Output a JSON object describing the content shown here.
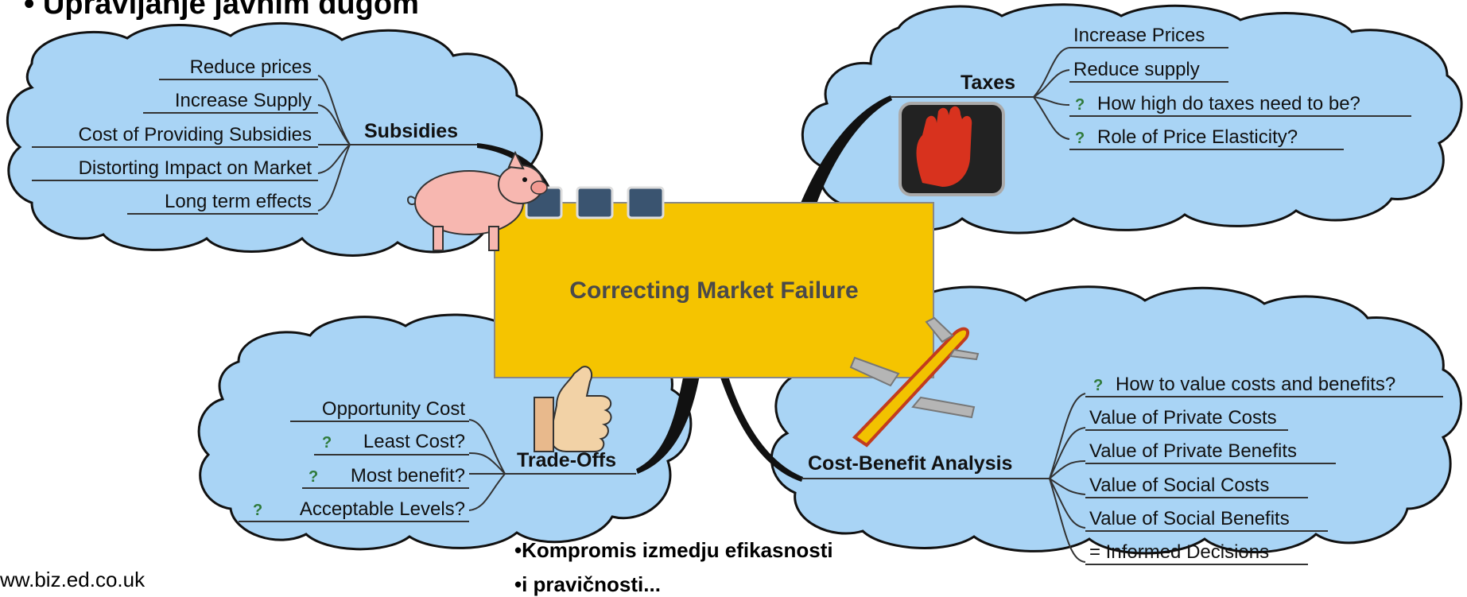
{
  "heading": "• Upravljanje javnim dugom",
  "source": "ww.biz.ed.co.uk",
  "caption": [
    "•Kompromis izmedju efikasnosti",
    "•i pravičnosti..."
  ],
  "mindmap": {
    "center": "Correcting Market Failure",
    "question_marker": "?",
    "subsidies": {
      "label": "Subsidies",
      "items": [
        "Reduce prices",
        "Increase Supply",
        "Cost of Providing Subsidies",
        "Distorting Impact on Market",
        "Long term effects"
      ]
    },
    "taxes": {
      "label": "Taxes",
      "items": [
        "Increase Prices",
        "Reduce supply",
        "How high do taxes need to be?",
        "Role of Price Elasticity?"
      ]
    },
    "tradeoffs": {
      "label": "Trade-Offs",
      "items": [
        "Opportunity Cost",
        "Least Cost?",
        "Most benefit?",
        "Acceptable Levels?"
      ]
    },
    "cba": {
      "label": "Cost-Benefit Analysis",
      "items": [
        "How to value costs and benefits?",
        "Value of Private Costs",
        "Value of Private Benefits",
        "Value of Social Costs",
        "Value of Social Benefits",
        "= Informed Decisions"
      ]
    }
  },
  "colors": {
    "cloud_fill": "#a9d4f5",
    "cloud_stroke": "#111111",
    "center_fill": "#f5c400",
    "square_fill": "#3a5470",
    "connector": "#111111"
  }
}
